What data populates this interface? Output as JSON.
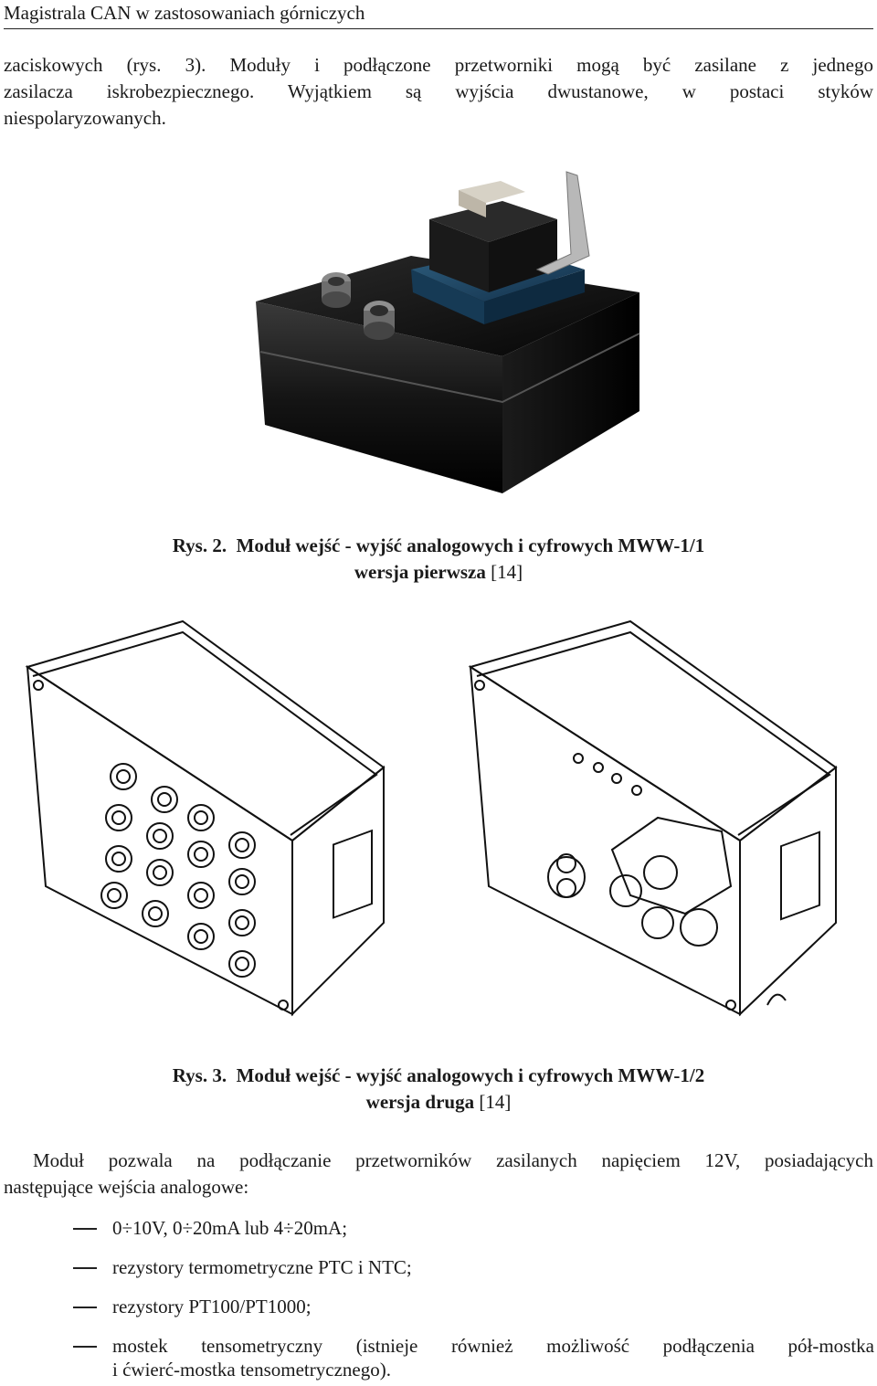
{
  "header": {
    "title": "Magistrala CAN w zastosowaniach górniczych"
  },
  "intro": {
    "line1": "zaciskowych (rys. 3). Moduły i podłączone przetworniki mogą być zasilane z jednego",
    "line2": "zasilacza iskrobezpiecznego. Wyjątkiem są wyjścia dwustanowe, w postaci styków",
    "line3": "niespolaryzowanych."
  },
  "figure2": {
    "label": "Rys. 2.",
    "title": "Moduł wejść - wyjść analogowych i cyfrowych MWW-1/1",
    "subtitle": "wersja pierwsza",
    "ref": "[14]"
  },
  "figure3": {
    "label": "Rys. 3.",
    "title": "Moduł wejść - wyjść analogowych i cyfrowych MWW-1/2",
    "subtitle": "wersja druga",
    "ref": "[14]"
  },
  "body": {
    "line1": "Moduł pozwala na podłączanie przetworników zasilanych napięciem 12V, posiadających",
    "line2": "następujące wejścia analogowe:"
  },
  "bullets": [
    {
      "text": "0÷10V, 0÷20mA  lub 4÷20mA;"
    },
    {
      "text": "rezystory termometryczne PTC i NTC;"
    },
    {
      "text": "rezystory PT100/PT1000;"
    },
    {
      "text": "mostek tensometryczny (istnieje również możliwość podłączenia pół-mostka",
      "text2": "i ćwierć-mostka tensometrycznego)."
    }
  ]
}
